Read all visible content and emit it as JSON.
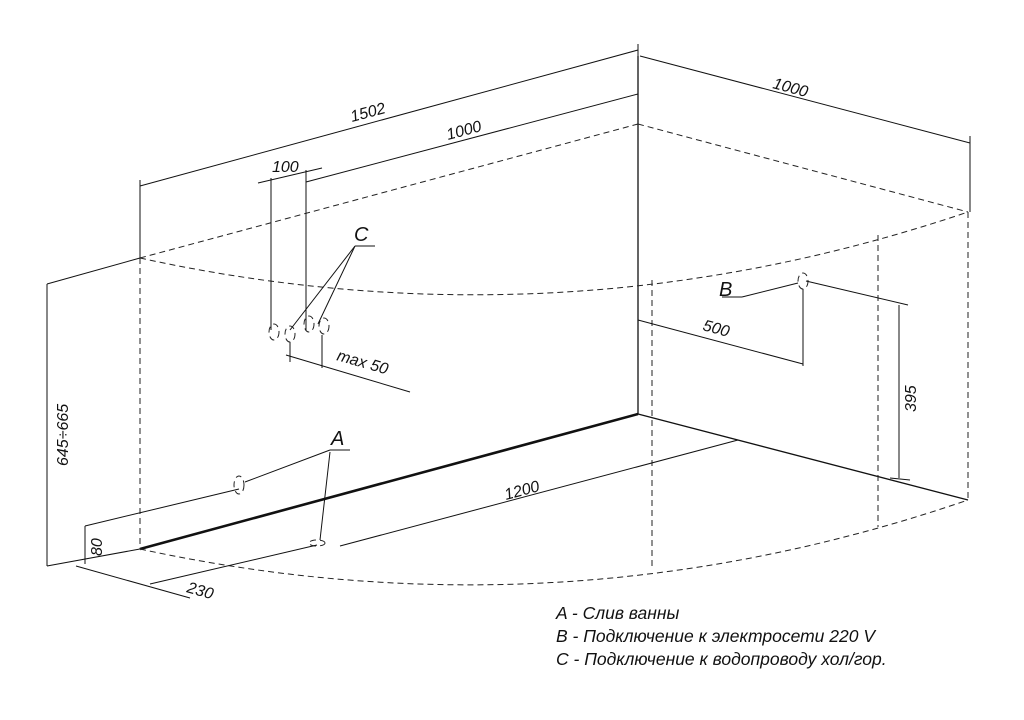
{
  "dimensions": {
    "length_total": "1502",
    "length_inner": "1000",
    "depth_side": "1000",
    "pipe_spacing": "100",
    "pipe_max": "max 50",
    "height_range": "645÷665",
    "drain_height": "80",
    "drain_offset": "230",
    "front_length": "1200",
    "elec_offset": "500",
    "elec_height": "395"
  },
  "markers": {
    "A": "A",
    "B": "B",
    "C": "C"
  },
  "legend": [
    "A - Слив ванны",
    "B - Подключение к электросети 220 V",
    "C - Подключение к водопроводу хол/гор."
  ]
}
